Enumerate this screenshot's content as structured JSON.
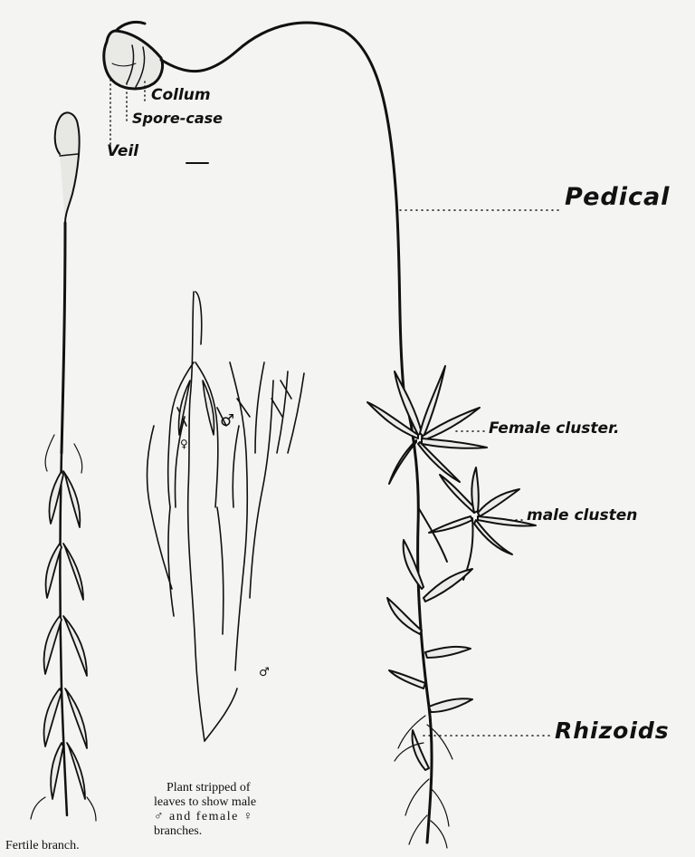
{
  "labels": {
    "collum": "Collum",
    "spore_case": "Spore-case",
    "veil": "Veil",
    "pedical": "Pedical",
    "female_cluster": "Female cluster.",
    "male_cluster": "male clusten",
    "rhizoids": "Rhizoids",
    "male_symbol": "♂",
    "female_symbol": "♀"
  },
  "captions": {
    "stripped_plant": [
      "Plant stripped of",
      "leaves to show male",
      "♂ and female ♀",
      "branches."
    ],
    "fertile_branch": "Fertile branch."
  },
  "colors": {
    "ink": "#111111",
    "paper": "#f4f4f2"
  }
}
